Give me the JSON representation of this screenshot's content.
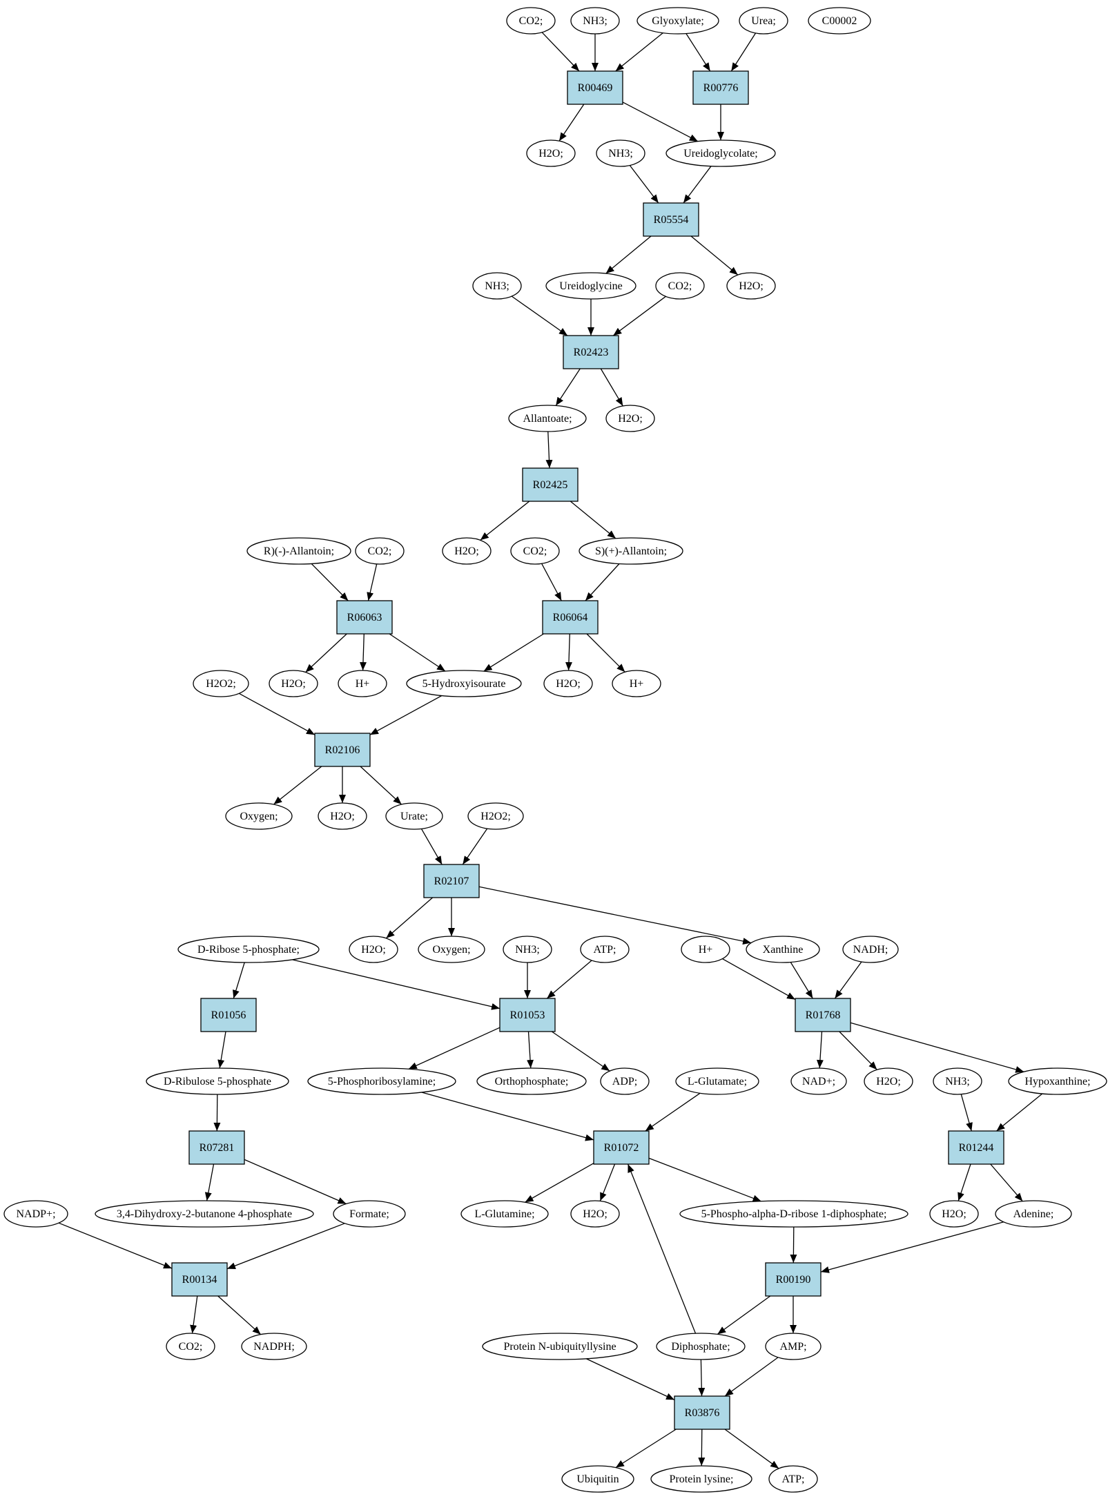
{
  "colors": {
    "reaction_fill": "#add8e6",
    "compound_fill": "#ffffff",
    "source_fill": "#00ff00",
    "target_fill": "#ffff00",
    "edge": "#000000"
  },
  "nodes": [
    {
      "id": "c_co2_a",
      "label": "CO2;",
      "kind": "compound"
    },
    {
      "id": "c_nh3_a",
      "label": "NH3;",
      "kind": "compound"
    },
    {
      "id": "c_glyox",
      "label": "Glyoxylate;",
      "kind": "compound"
    },
    {
      "id": "c_urea",
      "label": "Urea;",
      "kind": "compound"
    },
    {
      "id": "c_c00002",
      "label": "C00002",
      "kind": "target"
    },
    {
      "id": "r_R00469",
      "label": "R00469",
      "kind": "reaction"
    },
    {
      "id": "r_R00776",
      "label": "R00776",
      "kind": "reaction"
    },
    {
      "id": "c_h2o_a",
      "label": "H2O;",
      "kind": "compound"
    },
    {
      "id": "c_nh3_b",
      "label": "NH3;",
      "kind": "compound"
    },
    {
      "id": "c_ureidogl",
      "label": "Ureidoglycolate;",
      "kind": "compound"
    },
    {
      "id": "r_R05554",
      "label": "R05554",
      "kind": "reaction"
    },
    {
      "id": "c_nh3_c",
      "label": "NH3;",
      "kind": "compound"
    },
    {
      "id": "c_ureidogly",
      "label": "Ureidoglycine",
      "kind": "compound"
    },
    {
      "id": "c_co2_b",
      "label": "CO2;",
      "kind": "compound"
    },
    {
      "id": "c_h2o_b",
      "label": "H2O;",
      "kind": "compound"
    },
    {
      "id": "r_R02423",
      "label": "R02423",
      "kind": "reaction"
    },
    {
      "id": "c_allantoate",
      "label": "Allantoate;",
      "kind": "compound"
    },
    {
      "id": "c_h2o_c",
      "label": "H2O;",
      "kind": "compound"
    },
    {
      "id": "r_R02425",
      "label": "R02425",
      "kind": "reaction"
    },
    {
      "id": "c_rallant",
      "label": "R)(-)-Allantoin;",
      "kind": "compound"
    },
    {
      "id": "c_co2_c",
      "label": "CO2;",
      "kind": "compound"
    },
    {
      "id": "c_h2o_d",
      "label": "H2O;",
      "kind": "compound"
    },
    {
      "id": "c_co2_d",
      "label": "CO2;",
      "kind": "compound"
    },
    {
      "id": "c_sallant",
      "label": "S)(+)-Allantoin;",
      "kind": "compound"
    },
    {
      "id": "r_R06063",
      "label": "R06063",
      "kind": "reaction"
    },
    {
      "id": "r_R06064",
      "label": "R06064",
      "kind": "reaction"
    },
    {
      "id": "c_h2o2_a",
      "label": "H2O2;",
      "kind": "compound"
    },
    {
      "id": "c_h2o_e",
      "label": "H2O;",
      "kind": "compound"
    },
    {
      "id": "c_hplus_a",
      "label": "H+",
      "kind": "compound"
    },
    {
      "id": "c_5hiu",
      "label": "5-Hydroxyisourate",
      "kind": "compound"
    },
    {
      "id": "c_h2o_f",
      "label": "H2O;",
      "kind": "compound"
    },
    {
      "id": "c_hplus_b",
      "label": "H+",
      "kind": "compound"
    },
    {
      "id": "r_R02106",
      "label": "R02106",
      "kind": "reaction"
    },
    {
      "id": "c_oxygen_a",
      "label": "Oxygen;",
      "kind": "compound"
    },
    {
      "id": "c_h2o_g",
      "label": "H2O;",
      "kind": "compound"
    },
    {
      "id": "c_urate",
      "label": "Urate;",
      "kind": "compound"
    },
    {
      "id": "c_h2o2_b",
      "label": "H2O2;",
      "kind": "compound"
    },
    {
      "id": "r_R02107",
      "label": "R02107",
      "kind": "reaction"
    },
    {
      "id": "c_dr5p",
      "label": "D-Ribose 5-phosphate;",
      "kind": "source"
    },
    {
      "id": "c_h2o_h",
      "label": "H2O;",
      "kind": "compound"
    },
    {
      "id": "c_oxygen_b",
      "label": "Oxygen;",
      "kind": "compound"
    },
    {
      "id": "c_nh3_d",
      "label": "NH3;",
      "kind": "compound"
    },
    {
      "id": "c_atp_a",
      "label": "ATP;",
      "kind": "compound"
    },
    {
      "id": "c_hplus_c",
      "label": "H+",
      "kind": "compound"
    },
    {
      "id": "c_xanthine",
      "label": "Xanthine",
      "kind": "compound"
    },
    {
      "id": "c_nadh",
      "label": "NADH;",
      "kind": "compound"
    },
    {
      "id": "r_R01056",
      "label": "R01056",
      "kind": "reaction"
    },
    {
      "id": "r_R01053",
      "label": "R01053",
      "kind": "reaction"
    },
    {
      "id": "r_R01768",
      "label": "R01768",
      "kind": "reaction"
    },
    {
      "id": "c_drul5p",
      "label": "D-Ribulose 5-phosphate",
      "kind": "compound"
    },
    {
      "id": "c_5pra",
      "label": "5-Phosphoribosylamine;",
      "kind": "compound"
    },
    {
      "id": "c_ortho",
      "label": "Orthophosphate;",
      "kind": "compound"
    },
    {
      "id": "c_adp",
      "label": "ADP;",
      "kind": "compound"
    },
    {
      "id": "c_lglu",
      "label": "L-Glutamate;",
      "kind": "compound"
    },
    {
      "id": "c_nadplus",
      "label": "NAD+;",
      "kind": "compound"
    },
    {
      "id": "c_h2o_i",
      "label": "H2O;",
      "kind": "compound"
    },
    {
      "id": "c_nh3_e",
      "label": "NH3;",
      "kind": "compound"
    },
    {
      "id": "c_hypox",
      "label": "Hypoxanthine;",
      "kind": "compound"
    },
    {
      "id": "r_R07281",
      "label": "R07281",
      "kind": "reaction"
    },
    {
      "id": "r_R01072",
      "label": "R01072",
      "kind": "reaction"
    },
    {
      "id": "r_R01244",
      "label": "R01244",
      "kind": "reaction"
    },
    {
      "id": "c_nadpplus",
      "label": "NADP+;",
      "kind": "compound"
    },
    {
      "id": "c_dhbp",
      "label": "3,4-Dihydroxy-2-butanone 4-phosphate",
      "kind": "compound"
    },
    {
      "id": "c_formate",
      "label": "Formate;",
      "kind": "compound"
    },
    {
      "id": "c_lgln",
      "label": "L-Glutamine;",
      "kind": "compound"
    },
    {
      "id": "c_h2o_j",
      "label": "H2O;",
      "kind": "compound"
    },
    {
      "id": "c_prpp",
      "label": "5-Phospho-alpha-D-ribose 1-diphosphate;",
      "kind": "compound"
    },
    {
      "id": "c_h2o_k",
      "label": "H2O;",
      "kind": "compound"
    },
    {
      "id": "c_adenine",
      "label": "Adenine;",
      "kind": "compound"
    },
    {
      "id": "r_R00134",
      "label": "R00134",
      "kind": "reaction"
    },
    {
      "id": "r_R00190",
      "label": "R00190",
      "kind": "reaction"
    },
    {
      "id": "c_co2_e",
      "label": "CO2;",
      "kind": "compound"
    },
    {
      "id": "c_nadph",
      "label": "NADPH;",
      "kind": "compound"
    },
    {
      "id": "c_protub",
      "label": "Protein N-ubiquityllysine",
      "kind": "compound"
    },
    {
      "id": "c_diphos",
      "label": "Diphosphate;",
      "kind": "compound"
    },
    {
      "id": "c_amp",
      "label": "AMP;",
      "kind": "compound"
    },
    {
      "id": "r_R03876",
      "label": "R03876",
      "kind": "reaction"
    },
    {
      "id": "c_ubiq",
      "label": "Ubiquitin",
      "kind": "compound"
    },
    {
      "id": "c_protlys",
      "label": "Protein lysine;",
      "kind": "compound"
    },
    {
      "id": "c_atp_b",
      "label": "ATP;",
      "kind": "compound"
    }
  ],
  "edges": [
    [
      "c_co2_a",
      "r_R00469"
    ],
    [
      "c_nh3_a",
      "r_R00469"
    ],
    [
      "c_glyox",
      "r_R00469"
    ],
    [
      "c_glyox",
      "r_R00776"
    ],
    [
      "c_urea",
      "r_R00776"
    ],
    [
      "r_R00469",
      "c_h2o_a"
    ],
    [
      "r_R00469",
      "c_ureidogl"
    ],
    [
      "r_R00776",
      "c_ureidogl"
    ],
    [
      "c_nh3_b",
      "r_R05554"
    ],
    [
      "c_ureidogl",
      "r_R05554"
    ],
    [
      "r_R05554",
      "c_ureidogly"
    ],
    [
      "r_R05554",
      "c_h2o_b"
    ],
    [
      "c_nh3_c",
      "r_R02423"
    ],
    [
      "c_ureidogly",
      "r_R02423"
    ],
    [
      "c_co2_b",
      "r_R02423"
    ],
    [
      "r_R02423",
      "c_allantoate"
    ],
    [
      "r_R02423",
      "c_h2o_c"
    ],
    [
      "c_allantoate",
      "r_R02425"
    ],
    [
      "r_R02425",
      "c_h2o_d"
    ],
    [
      "r_R02425",
      "c_sallant"
    ],
    [
      "c_rallant",
      "r_R06063"
    ],
    [
      "c_co2_c",
      "r_R06063"
    ],
    [
      "c_co2_d",
      "r_R06064"
    ],
    [
      "c_sallant",
      "r_R06064"
    ],
    [
      "r_R06063",
      "c_h2o_e"
    ],
    [
      "r_R06063",
      "c_hplus_a"
    ],
    [
      "r_R06063",
      "c_5hiu"
    ],
    [
      "r_R06064",
      "c_5hiu"
    ],
    [
      "r_R06064",
      "c_h2o_f"
    ],
    [
      "r_R06064",
      "c_hplus_b"
    ],
    [
      "c_h2o2_a",
      "r_R02106"
    ],
    [
      "c_5hiu",
      "r_R02106"
    ],
    [
      "r_R02106",
      "c_oxygen_a"
    ],
    [
      "r_R02106",
      "c_h2o_g"
    ],
    [
      "r_R02106",
      "c_urate"
    ],
    [
      "c_urate",
      "r_R02107"
    ],
    [
      "c_h2o2_b",
      "r_R02107"
    ],
    [
      "r_R02107",
      "c_h2o_h"
    ],
    [
      "r_R02107",
      "c_oxygen_b"
    ],
    [
      "r_R02107",
      "c_xanthine"
    ],
    [
      "c_dr5p",
      "r_R01056"
    ],
    [
      "c_dr5p",
      "r_R01053"
    ],
    [
      "c_nh3_d",
      "r_R01053"
    ],
    [
      "c_atp_a",
      "r_R01053"
    ],
    [
      "c_hplus_c",
      "r_R01768"
    ],
    [
      "c_xanthine",
      "r_R01768"
    ],
    [
      "c_nadh",
      "r_R01768"
    ],
    [
      "r_R01056",
      "c_drul5p"
    ],
    [
      "r_R01053",
      "c_5pra"
    ],
    [
      "r_R01053",
      "c_ortho"
    ],
    [
      "r_R01053",
      "c_adp"
    ],
    [
      "r_R01768",
      "c_nadplus"
    ],
    [
      "r_R01768",
      "c_h2o_i"
    ],
    [
      "r_R01768",
      "c_hypox"
    ],
    [
      "c_drul5p",
      "r_R07281"
    ],
    [
      "c_5pra",
      "r_R01072"
    ],
    [
      "c_lglu",
      "r_R01072"
    ],
    [
      "c_nh3_e",
      "r_R01244"
    ],
    [
      "c_hypox",
      "r_R01244"
    ],
    [
      "r_R07281",
      "c_dhbp"
    ],
    [
      "r_R07281",
      "c_formate"
    ],
    [
      "r_R01072",
      "c_lgln"
    ],
    [
      "r_R01072",
      "c_h2o_j"
    ],
    [
      "r_R01072",
      "c_prpp"
    ],
    [
      "r_R01244",
      "c_h2o_k"
    ],
    [
      "r_R01244",
      "c_adenine"
    ],
    [
      "c_nadpplus",
      "r_R00134"
    ],
    [
      "c_formate",
      "r_R00134"
    ],
    [
      "c_prpp",
      "r_R00190"
    ],
    [
      "c_adenine",
      "r_R00190"
    ],
    [
      "r_R00134",
      "c_co2_e"
    ],
    [
      "r_R00134",
      "c_nadph"
    ],
    [
      "r_R00190",
      "c_diphos"
    ],
    [
      "r_R00190",
      "c_amp"
    ],
    [
      "c_diphos",
      "r_R01072"
    ],
    [
      "c_protub",
      "r_R03876"
    ],
    [
      "c_diphos",
      "r_R03876"
    ],
    [
      "c_amp",
      "r_R03876"
    ],
    [
      "r_R03876",
      "c_ubiq"
    ],
    [
      "r_R03876",
      "c_protlys"
    ],
    [
      "r_R03876",
      "c_atp_b"
    ]
  ]
}
